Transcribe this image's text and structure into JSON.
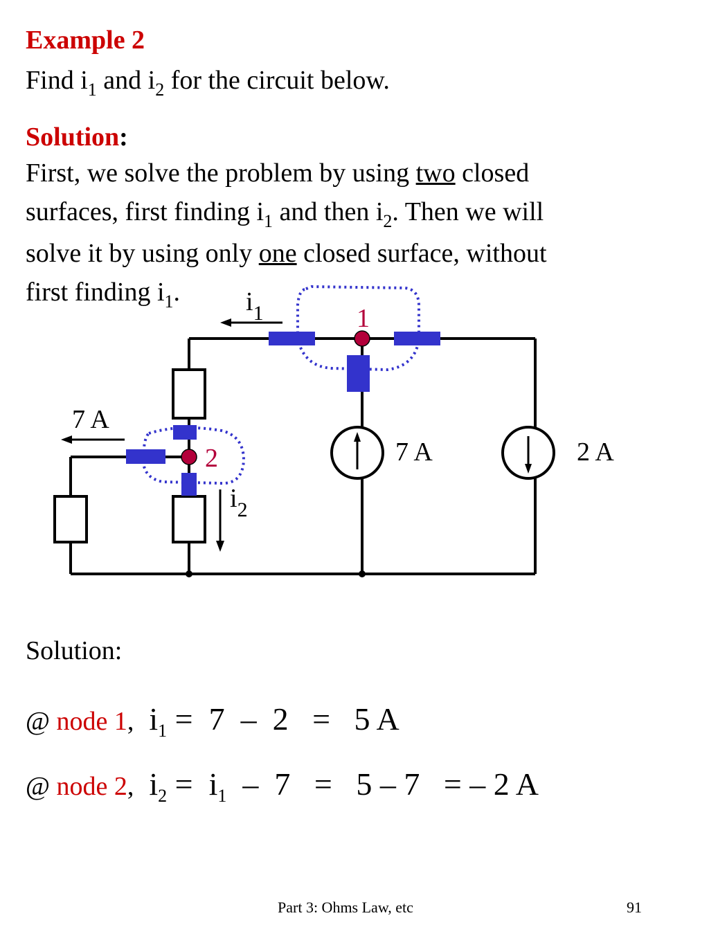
{
  "title": "Example 2",
  "prompt": {
    "find": "Find i",
    "sub1": "1",
    "and": " and i",
    "sub2": "2",
    "rest": " for the circuit below."
  },
  "solution_heading": "Solution",
  "solution_colon": ":",
  "body": {
    "l1a": "First, we solve the problem by using ",
    "l1u": "two",
    "l1b": " closed",
    "l2a": "surfaces, first finding i",
    "l2s1": "1",
    "l2b": " and then i",
    "l2s2": "2",
    "l2c": ". Then we will",
    "l3a": "solve it by using only ",
    "l3u": "one",
    "l3b": " closed surface, without",
    "l4a": "first finding i",
    "l4s": "1",
    "l4b": "."
  },
  "circuit": {
    "i1_label": "i",
    "i1_sub": "1",
    "node1_label": "1",
    "node2_label": "2",
    "left_source_label": "7 A",
    "src7_label": "7 A",
    "src2_label": "2 A",
    "i2_label": "i",
    "i2_sub": "2",
    "colors": {
      "wire": "#000000",
      "node": "#b3003a",
      "surface": "#3333cc",
      "probe": "#3333cc"
    }
  },
  "solution2": "Solution:",
  "eq1": {
    "at": "@ ",
    "node": "node 1",
    "comma": ",",
    "i": "i",
    "sub": "1",
    "expr": " =  7  –  2   =   5 A"
  },
  "eq2": {
    "at": "@ ",
    "node": "node 2",
    "comma": ",",
    "i": "i",
    "sub": "2",
    "mid": " =  i",
    "sub2": "1",
    "expr": "  –  7   =   5 – 7   = – 2 A"
  },
  "footer": {
    "title": "Part 3: Ohms Law, etc",
    "page": "91"
  }
}
